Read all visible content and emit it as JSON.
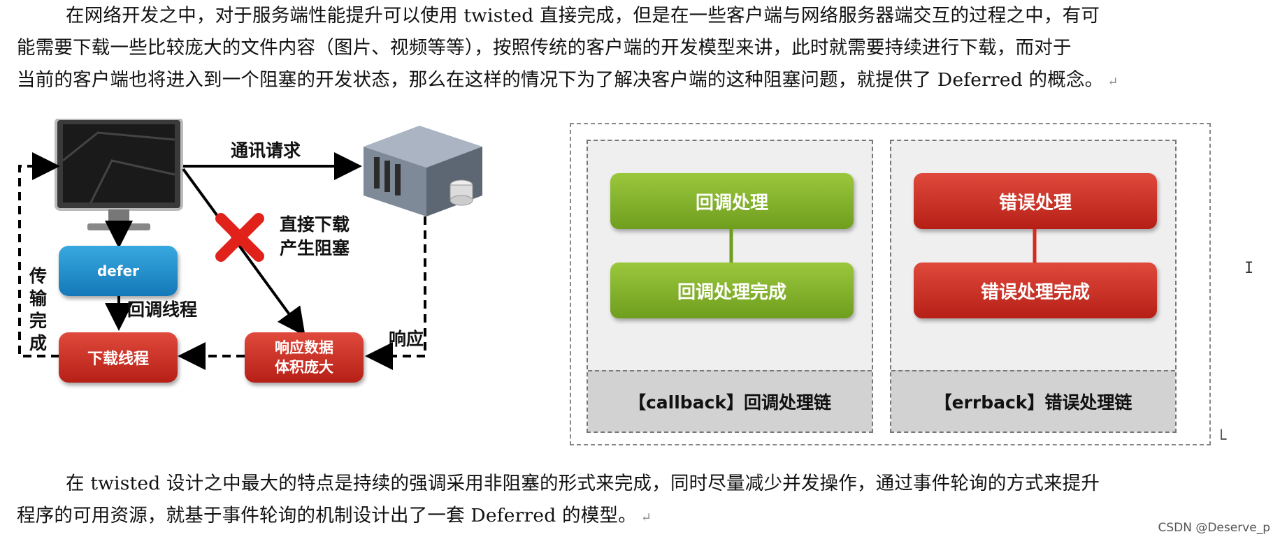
{
  "intro": {
    "line1": "在网络开发之中，对于服务端性能提升可以使用 twisted 直接完成，但是在一些客户端与网络服务器端交互的过程之中，有可",
    "line2": "能需要下载一些比较庞大的文件内容（图片、视频等等），按照传统的客户端的开发模型来讲，此时就需要持续进行下载，而对于",
    "line3": "当前的客户端也将进入到一个阻塞的开发状态，那么在这样的情况下为了解决客户端的这种阻塞问题，就提供了 Deferred 的概念。"
  },
  "left_diagram": {
    "request_label": "通讯请求",
    "direct_download_line1": "直接下载",
    "direct_download_line2": "产生阻塞",
    "defer_label": "defer",
    "callback_thread_label": "回调线程",
    "download_thread_label": "下载线程",
    "response_data_line1": "响应数据",
    "response_data_line2": "体积庞大",
    "response_label": "响应",
    "transfer_complete_chars": [
      "传",
      "输",
      "完",
      "成"
    ]
  },
  "right_panel": {
    "callback_chain": {
      "node1": "回调处理",
      "node2": "回调处理完成",
      "footer": "【callback】回调处理链"
    },
    "errback_chain": {
      "node1": "错误处理",
      "node2": "错误处理完成",
      "footer": "【errback】错误处理链"
    }
  },
  "outro": {
    "line1": "在 twisted 设计之中最大的特点是持续的强调采用非阻塞的形式来完成，同时尽量减少并发操作，通过事件轮询的方式来提升",
    "line2": "程序的可用资源，就基于事件轮询的机制设计出了一套 Deferred 的模型。"
  },
  "watermark": "CSDN @Deserve_p",
  "colors": {
    "green_node": "#7fab2a",
    "red_node": "#c9302a",
    "blue_node": "#2590cf",
    "chain_bg": "#efefef",
    "chain_footer_bg": "#d2d2d2"
  }
}
